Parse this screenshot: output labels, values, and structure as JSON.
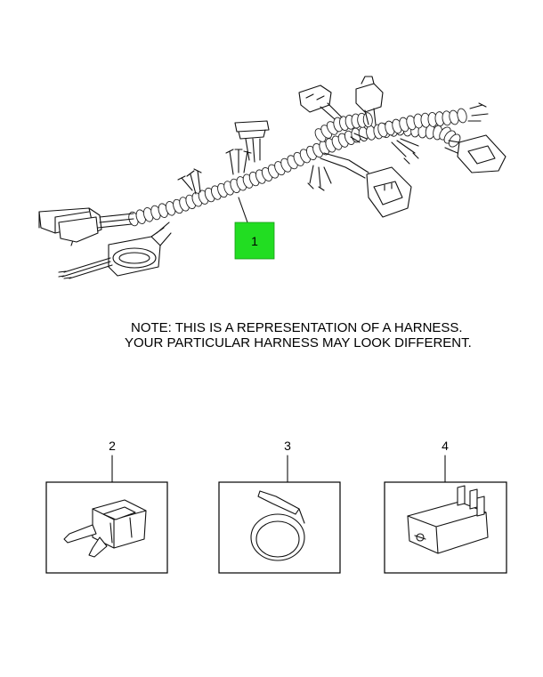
{
  "note": {
    "line1": "NOTE: THIS IS A REPRESENTATION OF A HARNESS.",
    "line2": "YOUR PARTICULAR HARNESS MAY LOOK DIFFERENT."
  },
  "callouts": {
    "harness": "1",
    "fuse": "2",
    "tie_strap": "3",
    "relay": "4"
  },
  "colors": {
    "highlight": "#22dd22",
    "line": "#111111",
    "background": "#ffffff"
  }
}
